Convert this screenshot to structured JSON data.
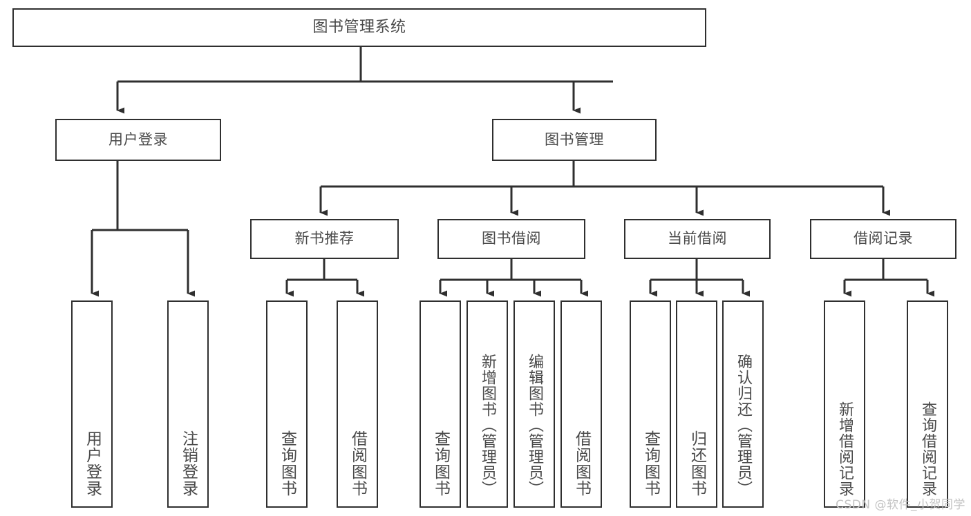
{
  "diagram": {
    "title": "图书管理系统",
    "watermark": "CSDN @软件_小贺同学",
    "line_color": "#2f2f2f",
    "text_color": "#4a4a4a",
    "background_color": "#ffffff",
    "root": {
      "label": "图书管理系统"
    },
    "level2": [
      {
        "label": "用户登录"
      },
      {
        "label": "图书管理"
      }
    ],
    "level3": [
      {
        "label": "新书推荐"
      },
      {
        "label": "图书借阅"
      },
      {
        "label": "当前借阅"
      },
      {
        "label": "借阅记录"
      }
    ],
    "leaves": {
      "user_login": [
        {
          "label": "用户登录"
        },
        {
          "label": "注销登录"
        }
      ],
      "new_book": [
        {
          "label": "查询图书"
        },
        {
          "label": "借阅图书"
        }
      ],
      "book_borrow": [
        {
          "label": "查询图书"
        },
        {
          "label": "新增图书（管理员）"
        },
        {
          "label": "编辑图书（管理员）"
        },
        {
          "label": "借阅图书"
        }
      ],
      "current_borrow": [
        {
          "label": "查询图书"
        },
        {
          "label": "归还图书"
        },
        {
          "label": "确认归还（管理员）"
        }
      ],
      "borrow_record": [
        {
          "label": "新增借阅记录"
        },
        {
          "label": "查询借阅记录"
        }
      ]
    }
  }
}
